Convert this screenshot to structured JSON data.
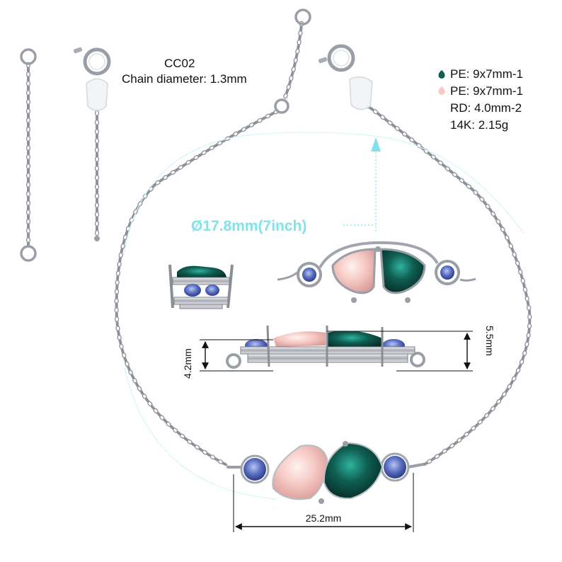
{
  "product": {
    "code": "CC02",
    "chain_diameter": "Chain diameter: 1.3mm"
  },
  "specs": [
    {
      "text": "PE: 9x7mm-1",
      "icon": "green-pear-icon",
      "color": "#0f5f52"
    },
    {
      "text": "PE: 9x7mm-1",
      "icon": "pink-pear-icon",
      "color": "#f6c9c4"
    },
    {
      "text": "RD: 4.0mm-2"
    },
    {
      "text": "14K: 2.15g"
    }
  ],
  "dimensions": {
    "diameter": "Ø17.8mm(7inch)",
    "side_height_left": "4.2mm",
    "side_height_right": "5.5mm",
    "pendant_width": "25.2mm"
  },
  "colors": {
    "metal": "#c9ccd3",
    "metal_dark": "#7d8088",
    "emerald": "#0f5f52",
    "pink": "#f6c9c4",
    "sapphire": "#5a6fc2",
    "dimension_cyan": "#7fe3ea"
  }
}
